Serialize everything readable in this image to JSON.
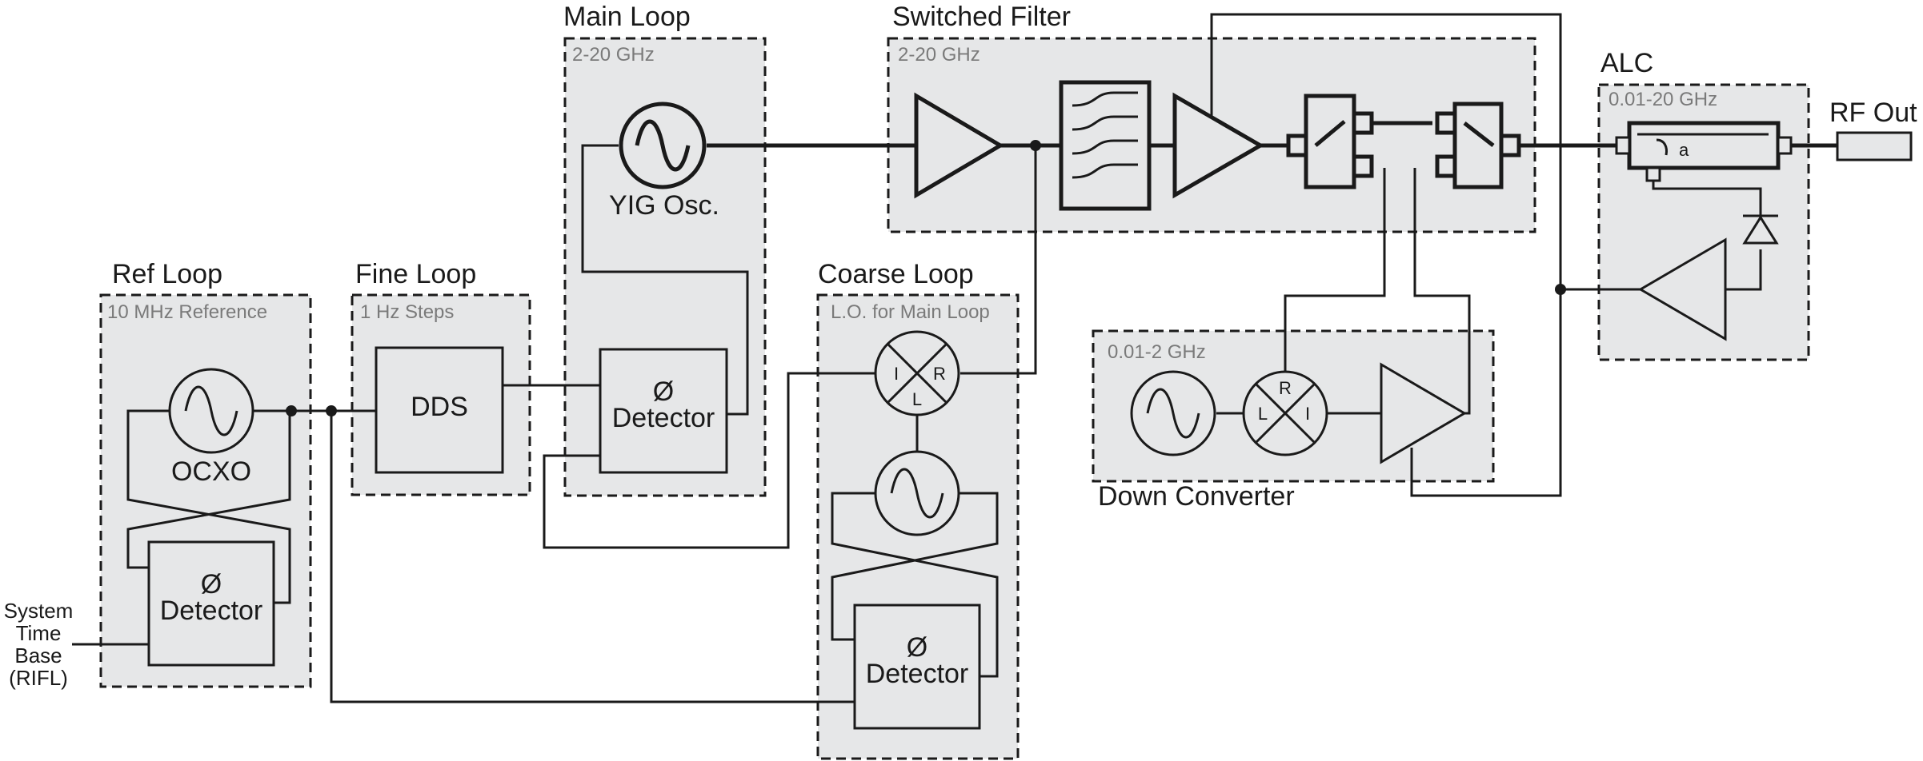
{
  "blocks": {
    "ref_loop": {
      "title": "Ref Loop",
      "subtitle": "10 MHz Reference"
    },
    "fine_loop": {
      "title": "Fine Loop",
      "subtitle": "1 Hz Steps"
    },
    "main_loop": {
      "title": "Main Loop",
      "subtitle": "2-20 GHz"
    },
    "coarse_loop": {
      "title": "Coarse Loop",
      "subtitle": "L.O. for Main Loop"
    },
    "switched_filter": {
      "title": "Switched Filter",
      "subtitle": "2-20 GHz"
    },
    "down_converter": {
      "title": "Down Converter",
      "subtitle": "0.01-2 GHz"
    },
    "alc": {
      "title": "ALC",
      "subtitle": "0.01-20 GHz"
    }
  },
  "components": {
    "ocxo": "OCXO",
    "dds": "DDS",
    "yig": "YIG Osc.",
    "phase_symbol": "Ø",
    "detector": "Detector",
    "rf_out": "RF Out",
    "coupler_a": "a",
    "mixer_ports": {
      "i": "I",
      "r": "R",
      "l": "L"
    }
  },
  "system_time_base": [
    "System",
    "Time",
    "Base",
    "(RIFL)"
  ]
}
